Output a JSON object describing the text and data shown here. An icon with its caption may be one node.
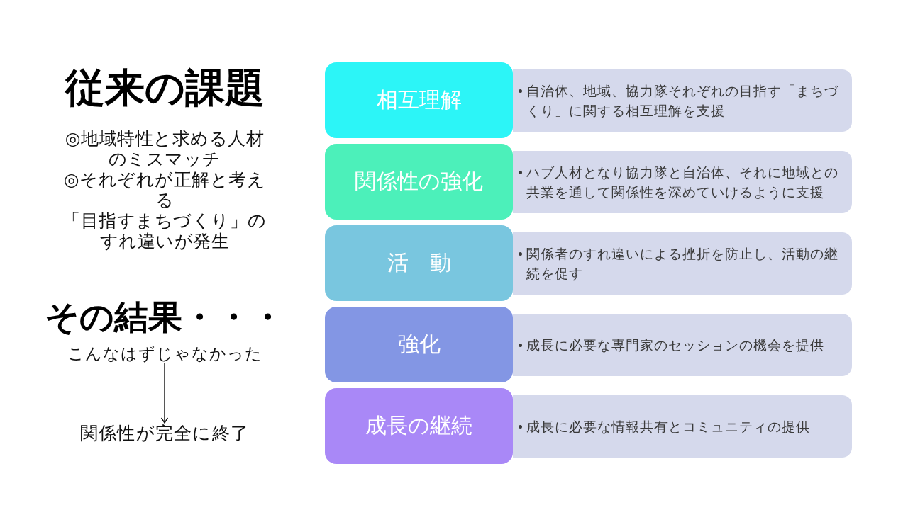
{
  "diagram": {
    "title": "従来の課題",
    "nodes": [
      {
        "text": [
          "こんなはずじゃなかった"
        ]
      },
      {
        "text": [
          "関係性が完全に終了"
        ]
      },
      {
        "text": [
          "相互理解"
        ]
      },
      {
        "text": [
          "自治体、地域、協力隊それぞれの目指す「まちづくり」に関する相互理解を支援"
        ]
      },
      {
        "text": [
          "関係性の強化"
        ]
      },
      {
        "text": [
          "ハブ人材となり協力隊と自治体、それに地域との共業を通して関係性を深めていけるように支援"
        ]
      },
      {
        "text": [
          "活　動"
        ]
      },
      {
        "text": [
          "関係者のすれ違いによる挫折を防止し、活動の継続を促す"
        ]
      },
      {
        "text": [
          "強化"
        ]
      },
      {
        "text": [
          "成長に必要な専門家のセッションの機会を提供"
        ]
      },
      {
        "text": [
          "成長の継続"
        ]
      },
      {
        "text": [
          "成長に必要な情報共有とコミュニティの提供"
        ]
      }
    ],
    "edges": [
      {
        "from": 0,
        "to": 1,
        "arrow": "to"
      }
    ],
    "labels": [
      "◎地域特性と求める人材のミスマッチ",
      "◎それぞれが正解と考える",
      "「目指すまちづくり」のすれ違いが発生",
      "その結果・・・"
    ]
  }
}
